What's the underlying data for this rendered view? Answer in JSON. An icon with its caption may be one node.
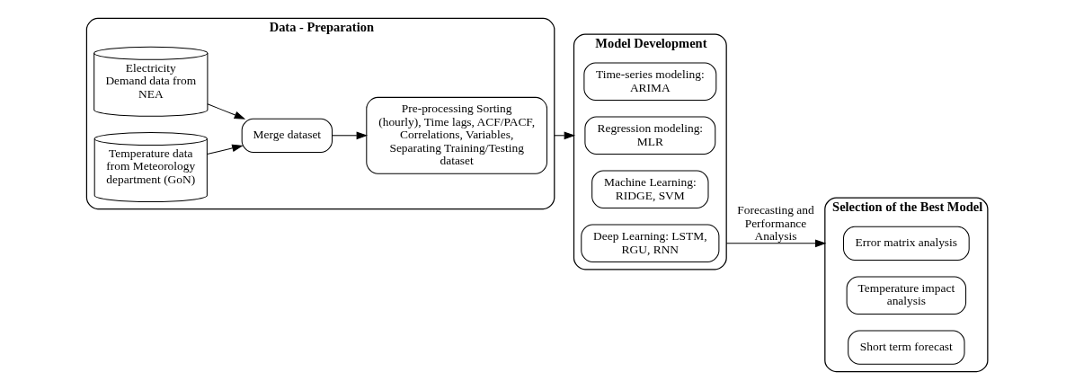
{
  "diagram": {
    "nodes": [
      {
        "text": [
          "Data - Preparation"
        ]
      },
      {
        "text": [
          "Electricity Demand data from NEA"
        ],
        "in": 0
      },
      {
        "text": [
          "Temperature data from Meteorology department (GoN)"
        ],
        "in": 0
      },
      {
        "text": [
          "Merge dataset"
        ],
        "in": 0
      },
      {
        "text": [
          "Pre-processing Sorting (hourly), Time lags, ACF/PACF, Correlations, Variables, Separating Training/Testing dataset"
        ],
        "in": 0
      },
      {
        "text": [
          "Model Development"
        ]
      },
      {
        "text": [
          "Time-series modeling: ARIMA"
        ],
        "in": 5
      },
      {
        "text": [
          "Regression modeling: MLR"
        ],
        "in": 5
      },
      {
        "text": [
          "Machine Learning: RIDGE, SVM"
        ],
        "in": 5
      },
      {
        "text": [
          "Deep Learning: LSTM, RGU, RNN"
        ],
        "in": 5
      },
      {
        "text": [
          "Selection of the Best Model"
        ]
      },
      {
        "text": [
          "Error matrix analysis"
        ],
        "in": 10
      },
      {
        "text": [
          "Temperature impact analysis"
        ],
        "in": 10
      },
      {
        "text": [
          "Short term forecast"
        ],
        "in": 10
      }
    ],
    "edges": [
      {
        "from": 1,
        "to": 3,
        "arrow": "to"
      },
      {
        "from": 2,
        "to": 3,
        "arrow": "to"
      },
      {
        "from": 3,
        "to": 4,
        "arrow": "to"
      },
      {
        "from": 0,
        "to": 5,
        "arrow": "to"
      },
      {
        "from": 5,
        "to": 10,
        "arrow": "to",
        "label": "Forecasting and Performance Analysis"
      }
    ]
  }
}
